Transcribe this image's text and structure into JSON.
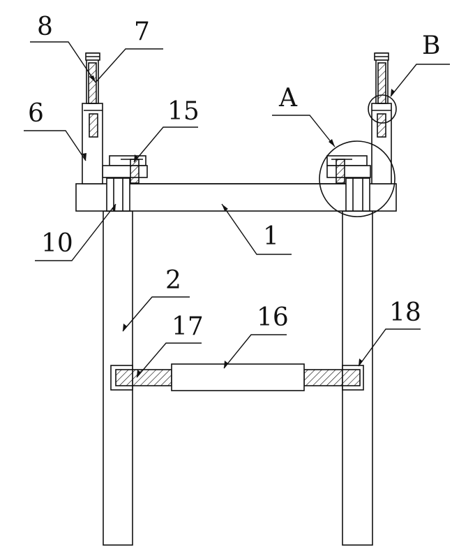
{
  "labels": {
    "l8": "8",
    "l7": "7",
    "l6": "6",
    "l15": "15",
    "lA": "A",
    "lB": "B",
    "l10": "10",
    "l1": "1",
    "l2": "2",
    "l17": "17",
    "l16": "16",
    "l18": "18"
  }
}
